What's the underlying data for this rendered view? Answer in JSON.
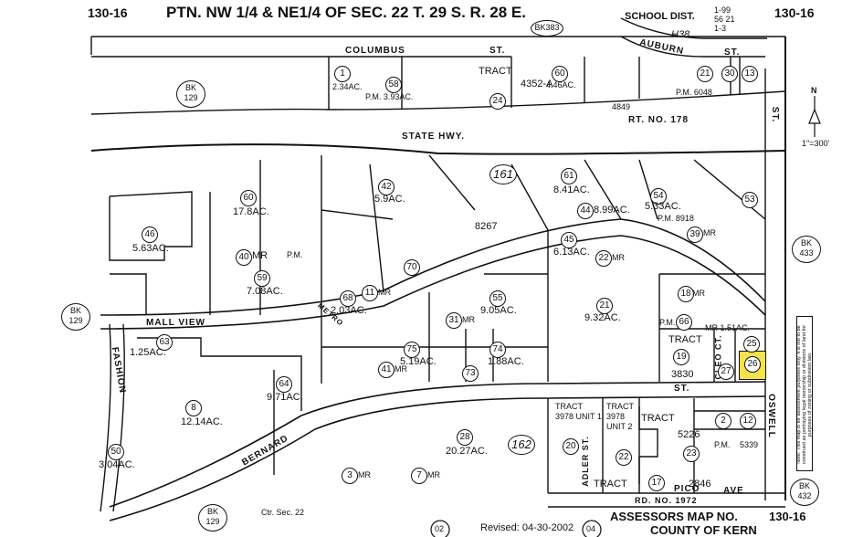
{
  "header": {
    "page_left": "130-16",
    "title": "PTN. NW 1/4 & NE1/4 OF SEC. 22  T. 29 S.  R. 28 E.",
    "school": "SCHOOL DIST.",
    "school_code": "H38",
    "school_nums": "1-99\n56 21\n1-3",
    "page_right": "130-16"
  },
  "books": {
    "top": "BK383",
    "b129a": "BK\n129",
    "b129b": "BK\n129",
    "b129c": "BK\n129",
    "b433": "BK\n433",
    "b432": "BK\n432"
  },
  "streets": {
    "columbus": "COLUMBUS",
    "st1": "ST.",
    "auburn": "AUBURN",
    "st2": "ST.",
    "state_hwy": "STATE  HWY.",
    "rt178": "RT.      NO.  178",
    "mallview": "MALL   VIEW",
    "fashion": "FASHION",
    "bernard": "BERNARD",
    "metro": "METRO",
    "cleo": "CLEO CT.",
    "st3": "ST.",
    "adler": "ADLER ST.",
    "pico": "PICO",
    "ave": "AVE",
    "rd1972": "RD. NO. 1972",
    "oswell": "OSWELL",
    "st_right": "ST."
  },
  "parcels": [
    {
      "n": "1",
      "a": "2.34AC."
    },
    {
      "n": "58",
      "a": "P.M. 3.93AC."
    },
    {
      "n": "24",
      "a": "TRACT 4352-A"
    },
    {
      "n": "60",
      "a": "4.46AC."
    },
    {
      "n": "21",
      "a": "P.M. 6048"
    },
    {
      "n": "30",
      "a": ""
    },
    {
      "n": "13",
      "a": ""
    },
    {
      "n": "60",
      "a": "17.8AC."
    },
    {
      "n": "46",
      "a": "5.63AC."
    },
    {
      "n": "40",
      "a": "MR"
    },
    {
      "n": "59",
      "a": "7.08AC."
    },
    {
      "n": "42",
      "a": "5.9AC."
    },
    {
      "n": "161",
      "a": ""
    },
    {
      "n": "61",
      "a": "8.41AC."
    },
    {
      "n": "44",
      "a": "8.99AC."
    },
    {
      "n": "54",
      "a": "5.33AC."
    },
    {
      "n": "39",
      "a": "MR"
    },
    {
      "n": "53",
      "a": ""
    },
    {
      "n": "45",
      "a": "6.13AC."
    },
    {
      "n": "22",
      "a": "MR"
    },
    {
      "n": "70",
      "a": ""
    },
    {
      "n": "68",
      "a": "2.03AC."
    },
    {
      "n": "11",
      "a": "MR"
    },
    {
      "n": "55",
      "a": "9.05AC."
    },
    {
      "n": "31",
      "a": "MR"
    },
    {
      "n": "21",
      "a": "9.32AC."
    },
    {
      "n": "18",
      "a": "MR"
    },
    {
      "n": "63",
      "a": "1.25AC."
    },
    {
      "n": "8",
      "a": "12.14AC."
    },
    {
      "n": "64",
      "a": "9.71AC."
    },
    {
      "n": "75",
      "a": "5.19AC."
    },
    {
      "n": "74",
      "a": "1.88AC."
    },
    {
      "n": "41",
      "a": "MR"
    },
    {
      "n": "73",
      "a": ""
    },
    {
      "n": "19",
      "a": "TRACT 3830"
    },
    {
      "n": "25",
      "a": ""
    },
    {
      "n": "26",
      "a": ""
    },
    {
      "n": "27",
      "a": ""
    },
    {
      "n": "66",
      "a": "P.M."
    },
    {
      "n": "20",
      "a": "TRACT 3978 UNIT 1"
    },
    {
      "n": "22",
      "a": "TRACT 3978 UNIT 2"
    },
    {
      "n": "23",
      "a": "TRACT 5226"
    },
    {
      "n": "28",
      "a": "20.27AC."
    },
    {
      "n": "50",
      "a": "3.04AC."
    },
    {
      "n": "3",
      "a": "MR"
    },
    {
      "n": "7",
      "a": "MR"
    },
    {
      "n": "17",
      "a": "TRACT 2846"
    },
    {
      "n": "162",
      "a": ""
    },
    {
      "n": "2",
      "a": ""
    },
    {
      "n": "12",
      "a": ""
    }
  ],
  "labels": {
    "tract_top": "TRACT",
    "tract_4352": "4352-A",
    "pm_6048": "P.M. 6048",
    "pm_8918": "P.M. 8918",
    "pm_8267": "8267",
    "pm_4849": "4849",
    "tract_3830": "TRACT",
    "tract_3830n": "3830",
    "mr151": "MR 1.51AC.",
    "tract_5226": "TRACT",
    "num_5226": "5226",
    "pm_5339": "P.M.",
    "num_5339": "5339",
    "tract_2846": "TRACT",
    "num_2846": "2846",
    "ctr_sec": "Ctr. Sec. 22",
    "pm_lab": "P.M."
  },
  "scale": "1\"=300'",
  "north": "N",
  "note": "Note: This map is for assessment purposes only. It is not to be construed as portraying legal ownership or divisions of land for purposes of zoning or subdivision law.",
  "footer": {
    "revised": "Revised: 04-30-2002",
    "p02": "02",
    "p04": "04",
    "assessor": "ASSESSORS MAP NO.",
    "mapno": "130-16",
    "county": "COUNTY OF KERN"
  },
  "colors": {
    "highlight": "#f6e24a",
    "ink": "#111111"
  }
}
